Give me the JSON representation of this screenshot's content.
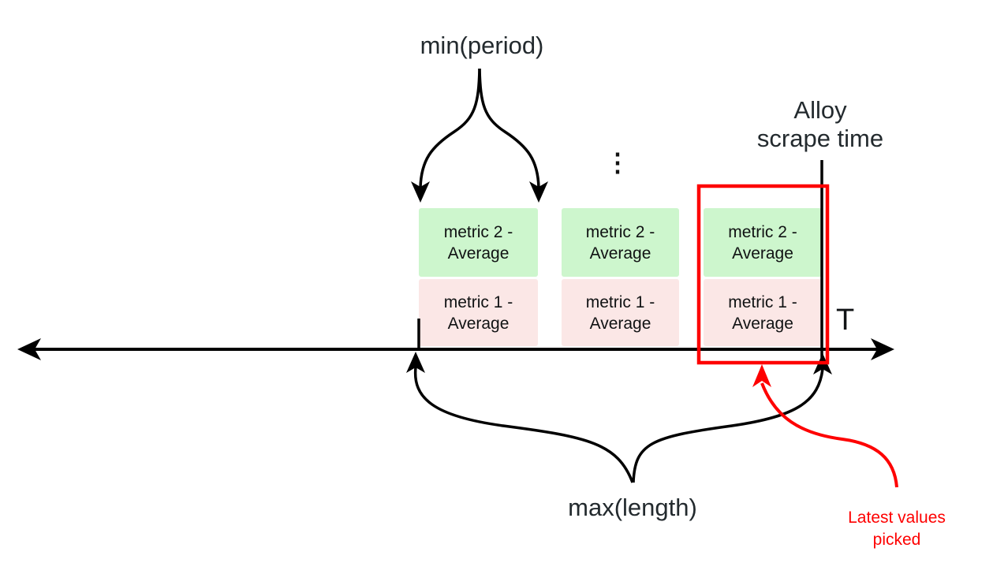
{
  "diagram": {
    "labels": {
      "min_period": "min(period)",
      "alloy_line1": "Alloy",
      "alloy_line2": "scrape time",
      "axis_t": "T",
      "max_length": "max(length)",
      "latest_line1": "Latest values",
      "latest_line2": "picked",
      "ellipsis": "⋮"
    },
    "groups": [
      {
        "top_line1": "metric 2 -",
        "top_line2": "Average",
        "bottom_line1": "metric 1 -",
        "bottom_line2": "Average"
      },
      {
        "top_line1": "metric 2 -",
        "top_line2": "Average",
        "bottom_line1": "metric 1 -",
        "bottom_line2": "Average"
      },
      {
        "top_line1": "metric 2 -",
        "top_line2": "Average",
        "bottom_line1": "metric 1 -",
        "bottom_line2": "Average"
      }
    ],
    "colors": {
      "metric2_bg": "#cdf6cd",
      "metric1_bg": "#fbe7e6",
      "highlight_red": "#fe0000",
      "ink": "#000000",
      "text_dark": "#232a2e"
    }
  }
}
